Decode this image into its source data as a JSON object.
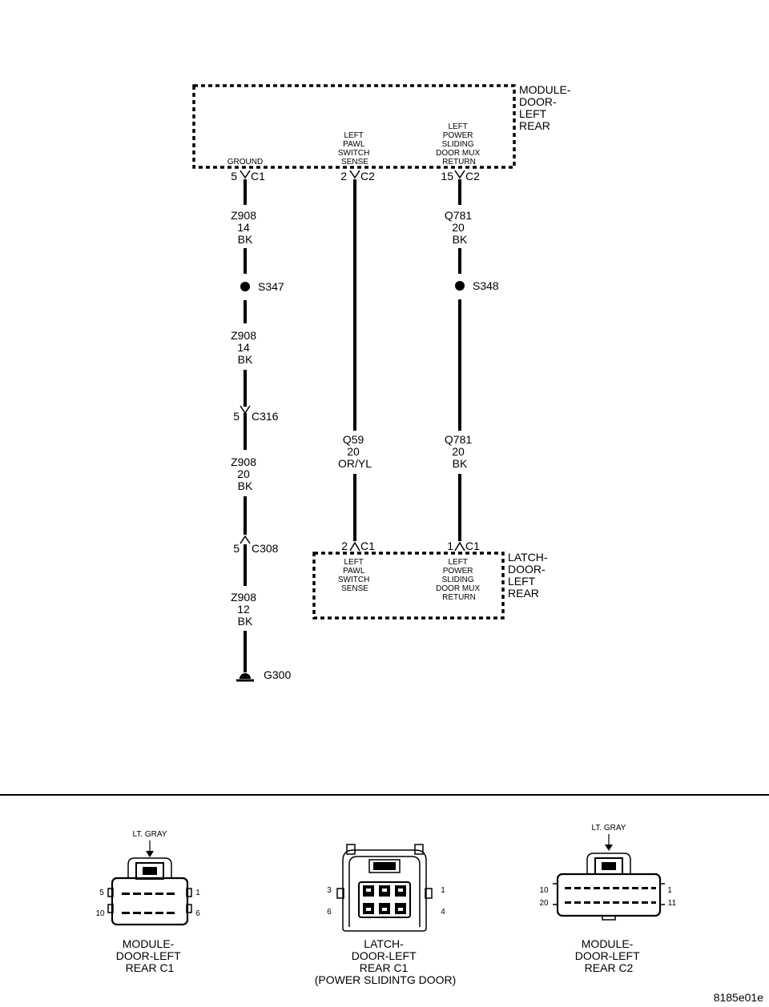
{
  "modules": {
    "module_door": {
      "name": [
        "MODULE-",
        "DOOR-",
        "LEFT",
        "REAR"
      ]
    },
    "latch_door": {
      "name": [
        "LATCH-",
        "DOOR-",
        "LEFT",
        "REAR"
      ]
    }
  },
  "pins": {
    "ground": {
      "label": [
        "GROUND"
      ],
      "pin": "5",
      "conn": "C1"
    },
    "pawl_top": {
      "label": [
        "LEFT",
        "PAWL",
        "SWITCH",
        "SENSE"
      ],
      "pin": "2",
      "conn": "C2"
    },
    "mux_top": {
      "label": [
        "LEFT",
        "POWER",
        "SLIDING",
        "DOOR MUX",
        "RETURN"
      ],
      "pin": "15",
      "conn": "C2"
    },
    "pawl_bot": {
      "label": [
        "LEFT",
        "PAWL",
        "SWITCH",
        "SENSE"
      ],
      "pin": "2",
      "conn": "C1"
    },
    "mux_bot": {
      "label": [
        "LEFT",
        "POWER",
        "SLIDING",
        "DOOR MUX",
        "RETURN"
      ],
      "pin": "1",
      "conn": "C1"
    }
  },
  "wires": {
    "z908_a": [
      "Z908",
      "14",
      "BK"
    ],
    "z908_b": [
      "Z908",
      "14",
      "BK"
    ],
    "z908_c": [
      "Z908",
      "20",
      "BK"
    ],
    "z908_d": [
      "Z908",
      "12",
      "BK"
    ],
    "q781_a": [
      "Q781",
      "20",
      "BK"
    ],
    "q781_b": [
      "Q781",
      "20",
      "BK"
    ],
    "q59": [
      "Q59",
      "20",
      "OR/YL"
    ]
  },
  "splices": {
    "s347": "S347",
    "s348": "S348"
  },
  "inline_connectors": {
    "c316": {
      "pin": "5",
      "conn": "C316"
    },
    "c308": {
      "pin": "5",
      "conn": "C308"
    }
  },
  "ground": "G300",
  "connectors": {
    "module_c1": {
      "color": "LT. GRAY",
      "pins": {
        "top_left": "5",
        "top_right": "1",
        "bottom_left": "10",
        "bottom_right": "6"
      },
      "caption": [
        "MODULE-",
        "DOOR-LEFT",
        "REAR C1"
      ]
    },
    "latch_c1": {
      "pins": {
        "top_left": "3",
        "top_right": "1",
        "bottom_left": "6",
        "bottom_right": "4"
      },
      "caption": [
        "LATCH-",
        "DOOR-LEFT",
        "REAR C1",
        "(POWER SLIDINTG DOOR)"
      ]
    },
    "module_c2": {
      "color": "LT. GRAY",
      "pins": {
        "top_left": "10",
        "top_right": "1",
        "bottom_left": "20",
        "bottom_right": "11"
      },
      "caption": [
        "MODULE-",
        "DOOR-LEFT",
        "REAR C2"
      ]
    }
  },
  "figure_id": "8185e01e"
}
